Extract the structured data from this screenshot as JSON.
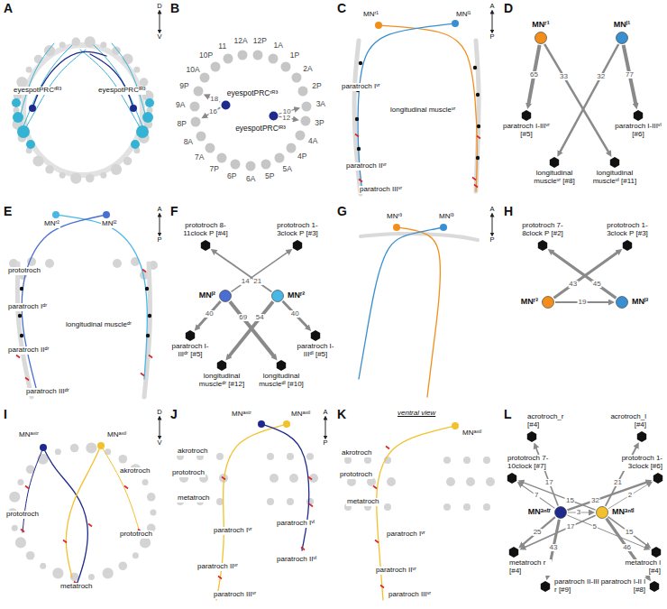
{
  "diagram": {
    "nodes": [
      {
        "text": [
          "12A"
        ]
      },
      {
        "text": [
          "12P"
        ]
      },
      {
        "text": [
          "1A"
        ]
      },
      {
        "text": [
          "1P"
        ]
      },
      {
        "text": [
          "2A"
        ]
      },
      {
        "text": [
          "2P"
        ]
      },
      {
        "text": [
          "3A"
        ]
      },
      {
        "text": [
          "3P"
        ]
      },
      {
        "text": [
          "4A"
        ]
      },
      {
        "text": [
          "4P"
        ]
      },
      {
        "text": [
          "5A"
        ]
      },
      {
        "text": [
          "5P"
        ]
      },
      {
        "text": [
          "6A"
        ]
      },
      {
        "text": [
          "6P"
        ]
      },
      {
        "text": [
          "7P"
        ]
      },
      {
        "text": [
          "7A"
        ]
      },
      {
        "text": [
          "8A"
        ]
      },
      {
        "text": [
          "8P"
        ]
      },
      {
        "text": [
          "9A"
        ]
      },
      {
        "text": [
          "9P"
        ]
      },
      {
        "text": [
          "10A"
        ]
      },
      {
        "text": [
          "10P"
        ]
      },
      {
        "text": [
          "11"
        ]
      },
      {
        "text": [
          "eyespotPRCʳᴿ³"
        ]
      },
      {
        "text": [
          "eyespotPRCˡᴿ³"
        ]
      },
      {
        "text": [
          "MNʳ¹"
        ]
      },
      {
        "text": [
          "MNˡ¹"
        ]
      },
      {
        "text": [
          "paratroch I-IIIᵛʳ [#5]"
        ]
      },
      {
        "text": [
          "paratroch I-IIIᵛˡ [#6]"
        ]
      },
      {
        "text": [
          "longitudinal muscleᵛʳ [#8]"
        ]
      },
      {
        "text": [
          "longitudinal muscleᵛˡ [#11]"
        ]
      },
      {
        "text": [
          "prototroch 8-11clock P [#4]"
        ]
      },
      {
        "text": [
          "prototroch 1-3clock P [#3]"
        ]
      },
      {
        "text": [
          "MNˡ²"
        ]
      },
      {
        "text": [
          "MNʳ²"
        ]
      },
      {
        "text": [
          "paratroch I-IIIᵈʳ [#5]"
        ]
      },
      {
        "text": [
          "paratroch I-IIIᵈˡ [#5]"
        ]
      },
      {
        "text": [
          "longitudinal muscleᵈʳ [#12]"
        ]
      },
      {
        "text": [
          "longitudinal muscleᵈˡ [#10]"
        ]
      },
      {
        "text": [
          "prototroch 7-8clock P [#2]"
        ]
      },
      {
        "text": [
          "prototroch 1-3clock P [#3]"
        ]
      },
      {
        "text": [
          "MNʳ³"
        ]
      },
      {
        "text": [
          "MNˡ³"
        ]
      },
      {
        "text": [
          "acrotroch_r [#4]"
        ]
      },
      {
        "text": [
          "acrotroch_l [#4]"
        ]
      },
      {
        "text": [
          "prototroch 7-10clock [#7]"
        ]
      },
      {
        "text": [
          "prototroch 1-3clock [#6]"
        ]
      },
      {
        "text": [
          "MNᵃⁿᵗʳ"
        ]
      },
      {
        "text": [
          "MNᵃⁿᵗˡ"
        ]
      },
      {
        "text": [
          "metatroch r [#4]"
        ]
      },
      {
        "text": [
          "metatroch l [#4]"
        ]
      },
      {
        "text": [
          "paratroch II-III r [#9]"
        ]
      },
      {
        "text": [
          "paratroch I-II l [#8]"
        ]
      }
    ],
    "edges": [
      {
        "from": 23,
        "to": 19,
        "label": "18",
        "arrow": "to"
      },
      {
        "from": 23,
        "to": 17,
        "label": "16",
        "arrow": "to"
      },
      {
        "from": 24,
        "to": 6,
        "label": "10",
        "arrow": "to"
      },
      {
        "from": 24,
        "to": 7,
        "label": "12",
        "arrow": "to"
      },
      {
        "from": 25,
        "to": 27,
        "label": "65",
        "arrow": "to"
      },
      {
        "from": 25,
        "to": 30,
        "label": "33",
        "arrow": "to"
      },
      {
        "from": 26,
        "to": 29,
        "label": "32",
        "arrow": "to"
      },
      {
        "from": 26,
        "to": 28,
        "label": "77",
        "arrow": "to"
      },
      {
        "from": 34,
        "to": 31,
        "label": "21",
        "arrow": "to"
      },
      {
        "from": 33,
        "to": 32,
        "label": "14",
        "arrow": "to"
      },
      {
        "from": 33,
        "to": 35,
        "label": "40",
        "arrow": "to"
      },
      {
        "from": 34,
        "to": 36,
        "label": "40",
        "arrow": "to"
      },
      {
        "from": 33,
        "to": 38,
        "label": "69",
        "arrow": "to"
      },
      {
        "from": 34,
        "to": 37,
        "label": "54",
        "arrow": "to"
      },
      {
        "from": 41,
        "to": 40,
        "label": "43",
        "arrow": "to"
      },
      {
        "from": 42,
        "to": 39,
        "label": "45",
        "arrow": "to"
      },
      {
        "from": 41,
        "to": 42,
        "label": "19",
        "arrow": "to"
      },
      {
        "from": 47,
        "to": 43,
        "label": "17",
        "arrow": "to"
      },
      {
        "from": 48,
        "to": 44,
        "label": "21",
        "arrow": "to"
      },
      {
        "from": 47,
        "to": 45,
        "label": "7",
        "arrow": "to"
      },
      {
        "from": 48,
        "to": 45,
        "label": "15",
        "arrow": "to"
      },
      {
        "from": 47,
        "to": 46,
        "label": "32",
        "arrow": "to"
      },
      {
        "from": 48,
        "to": 46,
        "label": "2",
        "arrow": "to"
      },
      {
        "from": 47,
        "to": 48,
        "label": "3",
        "arrow": "to"
      },
      {
        "from": 47,
        "to": 49,
        "label": "25",
        "arrow": "to"
      },
      {
        "from": 48,
        "to": 49,
        "label": "17",
        "arrow": "to"
      },
      {
        "from": 47,
        "to": 50,
        "label": "5",
        "arrow": "to"
      },
      {
        "from": 48,
        "to": 50,
        "label": "15",
        "arrow": "to"
      },
      {
        "from": 47,
        "to": 51,
        "label": "43",
        "arrow": "to"
      },
      {
        "from": 48,
        "to": 52,
        "label": "46",
        "arrow": "to"
      }
    ],
    "labels": [
      "A",
      "D",
      "V",
      "eyespotPRCʳᴿ³",
      "eyespotPRCˡᴿ³",
      "B",
      "C",
      "A",
      "P",
      "MNʳ¹",
      "MNˡ¹",
      "paratroch Iᵛʳ",
      "longitudinal muscleᵛʳ",
      "paratroch IIᵛʳ",
      "paratroch IIIᵛʳ",
      "D",
      "E",
      "A",
      "P",
      "MNʳ²",
      "MNˡ²",
      "prototroch",
      "paratroch Iᵈʳ",
      "longitudinal muscleᵈʳ",
      "paratroch IIᵈʳ",
      "paratroch IIIᵈʳ",
      "F",
      "G",
      "A",
      "P",
      "MNʳ³",
      "MNˡ³",
      "H",
      "I",
      "D",
      "V",
      "MNᵃⁿᵗʳ",
      "MNᵃⁿᵗˡ",
      "akrotroch",
      "prototroch",
      "prototroch",
      "metatroch",
      "J",
      "A",
      "P",
      "MNᵃⁿᵗʳ",
      "MNᵃⁿᵗˡ",
      "akrotroch",
      "prototroch",
      "metatroch",
      "paratroch Iᵛʳ",
      "paratroch Iᵛˡ",
      "paratroch IIᵛʳ",
      "paratroch IIᵛˡ",
      "paratroch IIIᵛʳ",
      "K",
      "ventral view",
      "MNᵃⁿᵗˡ",
      "akrotroch",
      "prototroch",
      "metatroch",
      "paratroch Iᵛʳ",
      "paratroch IIᵛʳ",
      "paratroch IIIᵛʳ",
      "L"
    ]
  }
}
